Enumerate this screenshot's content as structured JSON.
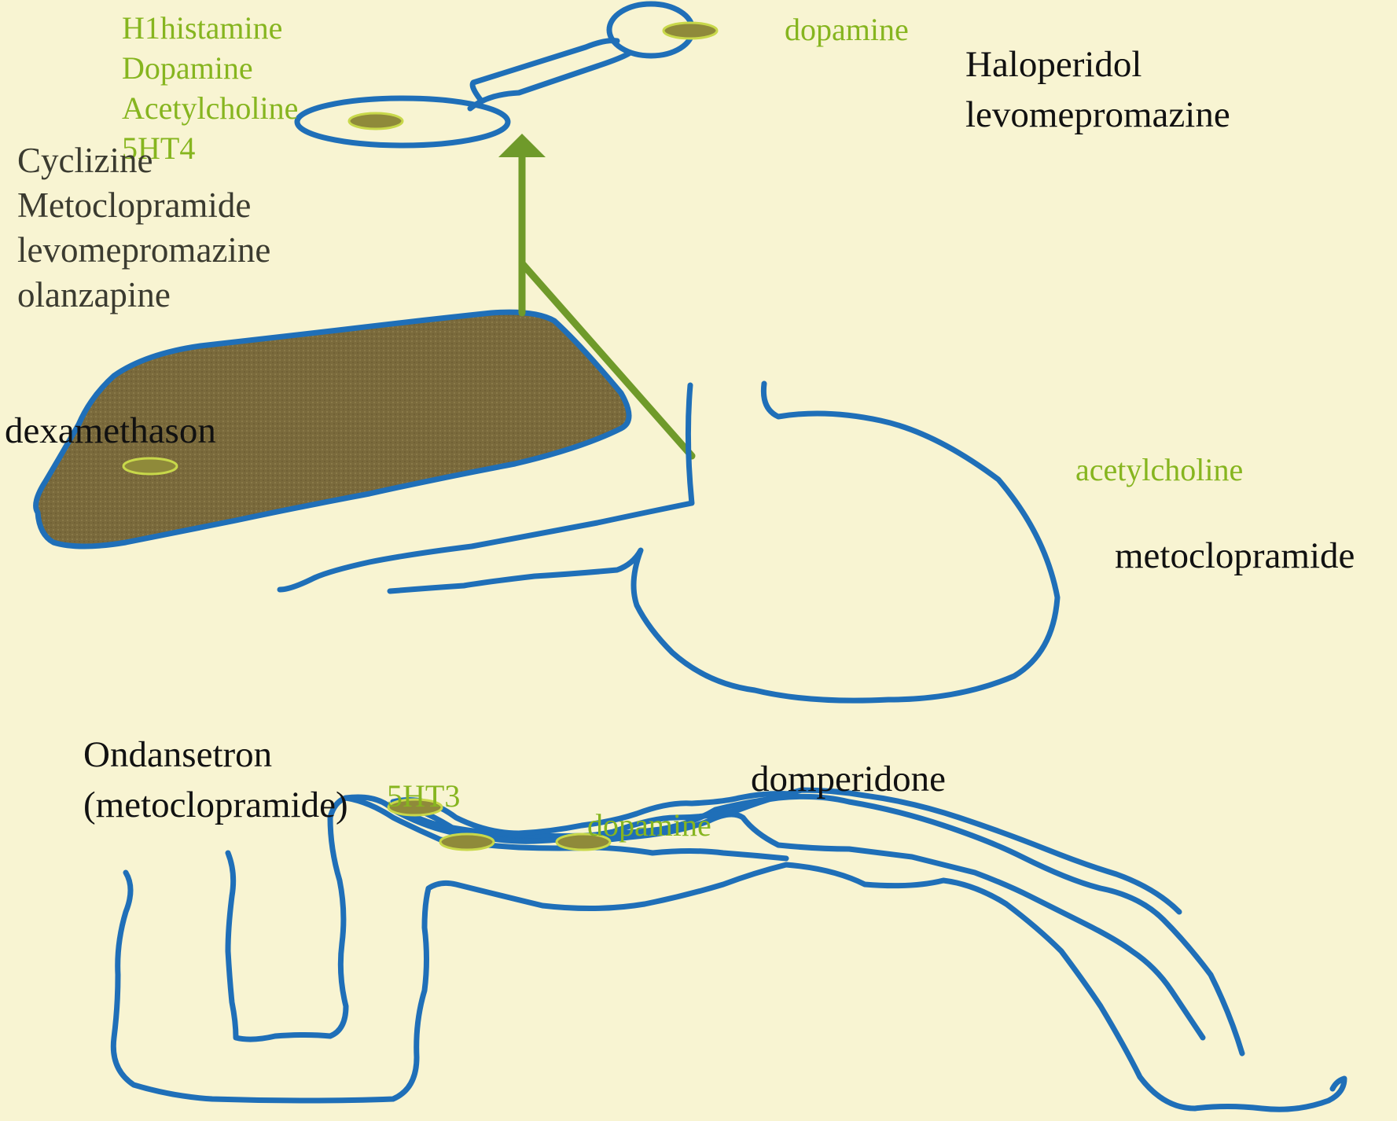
{
  "colors": {
    "background": "#f8f4d2",
    "outline_blue": "#1f6fb8",
    "liver_fill": "#7a6a3c",
    "pathway_green": "#6f9a2a",
    "receptor_green": "#86b51f",
    "receptor_dot": "#8f8a3a"
  },
  "receptor_labels": {
    "ctz_list": [
      "H1histamine",
      "Dopamine",
      "Acetylcholine",
      "5HT4"
    ],
    "brain_dopamine": "dopamine",
    "stomach": "acetylcholine",
    "gut_5ht3": "5HT3",
    "gut_dopamine": "dopamine"
  },
  "drug_labels": {
    "centre": [
      "Cyclizine",
      "Metoclopramide",
      "levomepromazine",
      "olanzapine"
    ],
    "brain": [
      "Haloperidol",
      "levomepromazine"
    ],
    "liver": "dexamethason",
    "stomach": "metoclopramide",
    "gut_serotonin": [
      "Ondansetron",
      "(metoclopramide)"
    ],
    "gut_dopamine": "domperidone"
  }
}
